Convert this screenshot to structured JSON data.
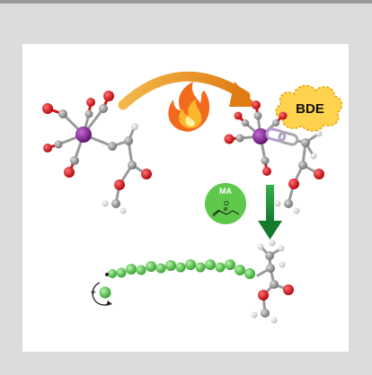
{
  "labels": {
    "bde": "BDE",
    "monomer": "MA",
    "monomer_o": "O",
    "plus": "+"
  },
  "colors": {
    "manganese": "#7b1f8c",
    "oxygen": "#e0141b",
    "carbon": "#8c8c8c",
    "hydrogen": "#ececec",
    "polymer_bead": "#52d14a",
    "arrow_green": "#1f9a3a",
    "arrow_orange": "#f5a623",
    "cloud": "#ffd34d",
    "monomer_circle": "#5dc84a",
    "flame": "#f26b1d"
  },
  "icons": [
    "fire-icon",
    "bond-dissociation-icon",
    "curved-reaction-arrow-icon",
    "down-arrow-icon",
    "cation-cycle-icon"
  ]
}
